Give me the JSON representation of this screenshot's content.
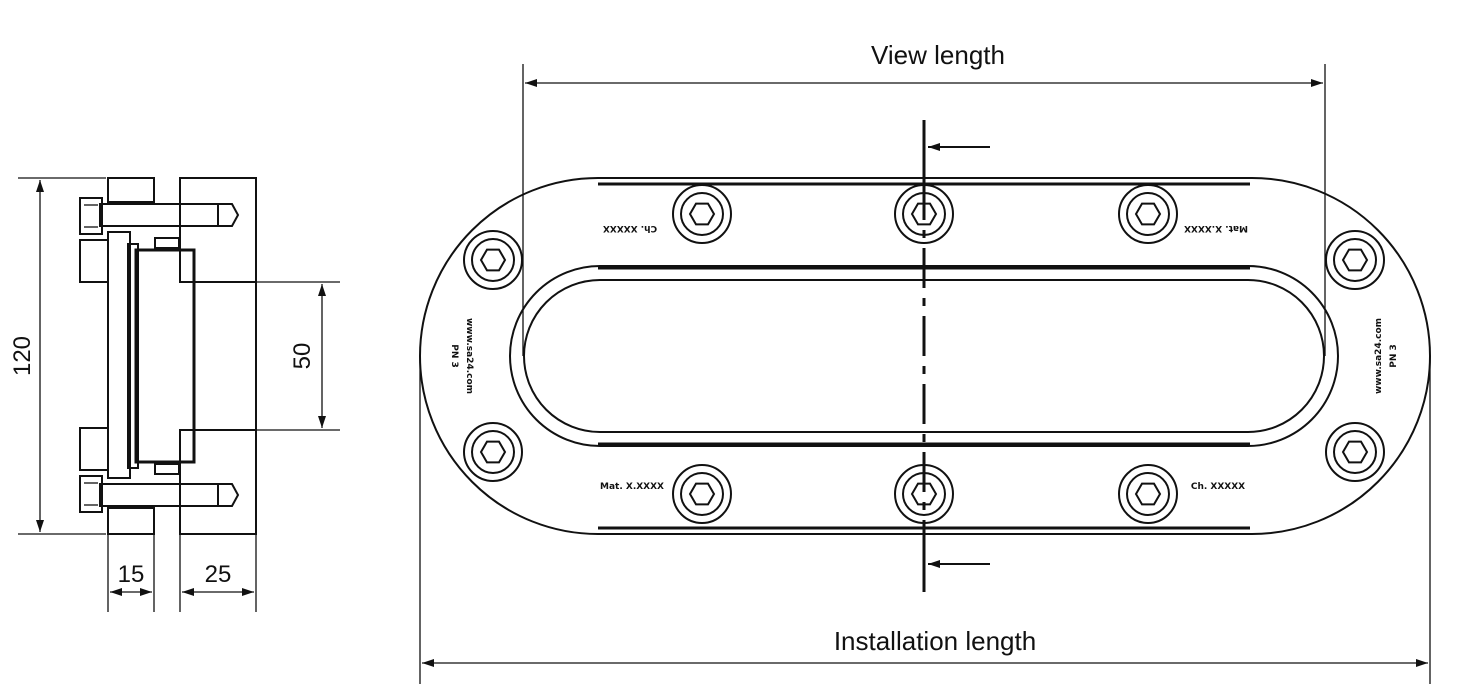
{
  "side_view": {
    "height_label": "120",
    "window_label": "50",
    "left_thickness_label": "15",
    "right_thickness_label": "25"
  },
  "top_view": {
    "view_length_label": "View length",
    "installation_length_label": "Installation length",
    "marks": {
      "top_left": "Ch. XXXXX",
      "top_right": "Mat. X.XXXX",
      "bottom_left": "Mat. X.XXXX",
      "bottom_right": "Ch. XXXXX",
      "left_web": "www.sa24.com",
      "left_pn": "PN 3",
      "right_web": "www.sa24.com",
      "right_pn": "PN 3"
    }
  }
}
